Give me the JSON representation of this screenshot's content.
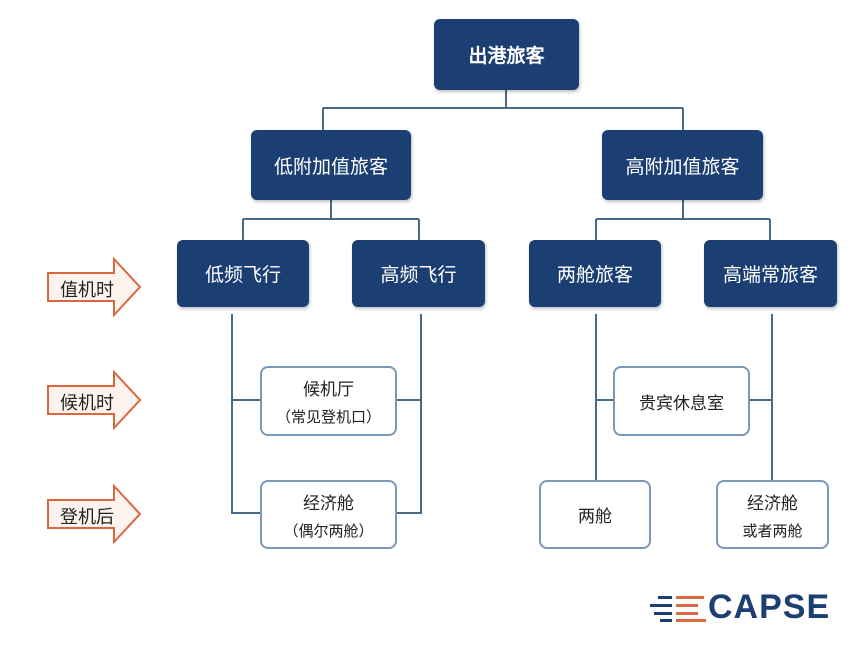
{
  "root": {
    "label": "出港旅客"
  },
  "level2": [
    {
      "label": "低附加值旅客"
    },
    {
      "label": "高附加值旅客"
    }
  ],
  "level3": [
    {
      "label": "低频飞行"
    },
    {
      "label": "高频飞行"
    },
    {
      "label": "两舱旅客"
    },
    {
      "label": "高端常旅客"
    }
  ],
  "stages": [
    {
      "label": "值机时"
    },
    {
      "label": "候机时"
    },
    {
      "label": "登机后"
    }
  ],
  "leaves": {
    "lounge_hall": {
      "label": "候机厅",
      "sub": "（常见登机口）"
    },
    "economy_left": {
      "label": "经济舱",
      "sub": "（偶尔两舱）"
    },
    "vip_lounge": {
      "label": "贵宾休息室"
    },
    "first_class": {
      "label": "两舱"
    },
    "economy_right": {
      "label": "经济舱",
      "sub": "或者两舱"
    }
  },
  "logo": {
    "text": "CAPSE"
  },
  "colors": {
    "navy": "#1b3f72",
    "arrow": "#d9673f",
    "line": "#4a6a8a"
  }
}
